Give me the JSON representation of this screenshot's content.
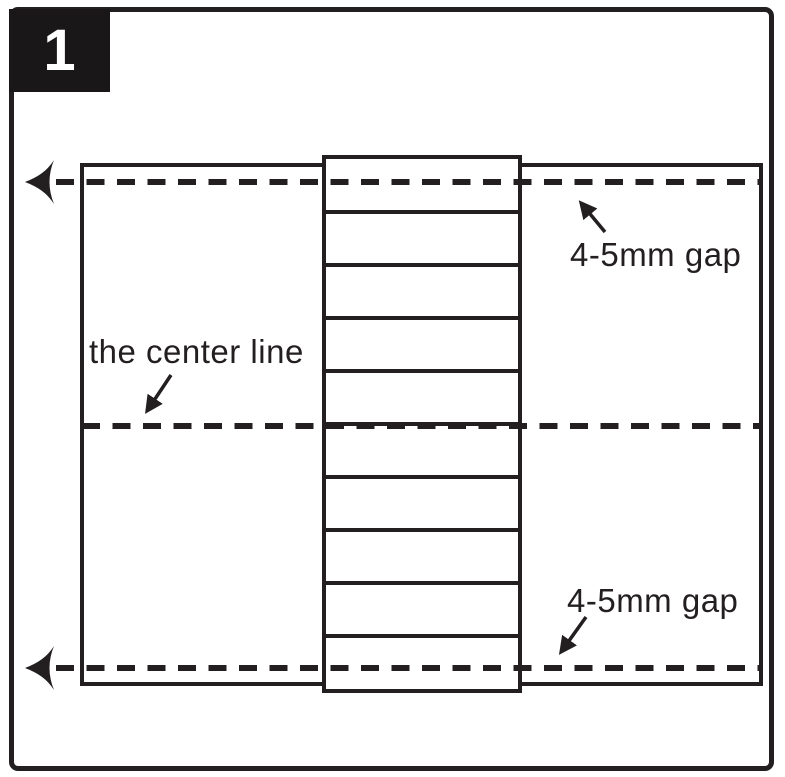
{
  "figure": {
    "step_number": "1",
    "labels": {
      "top_gap": "4-5mm gap",
      "center_line": "the center line",
      "bottom_gap": "4-5mm gap"
    },
    "ladder": {
      "cell_count": 10,
      "rung_count": 9
    },
    "colors": {
      "ink": "#231f20",
      "badge_background": "#1a1718",
      "badge_text": "#ffffff",
      "background": "#ffffff"
    }
  }
}
